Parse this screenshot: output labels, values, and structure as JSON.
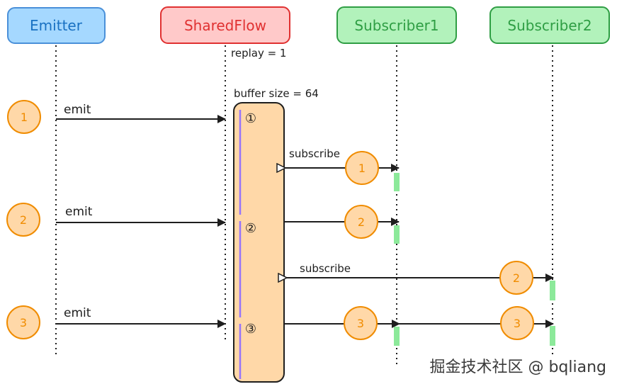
{
  "participants": {
    "emitter": "Emitter",
    "shared_flow": "SharedFlow",
    "subscriber1": "Subscriber1",
    "subscriber2": "Subscriber2"
  },
  "notes": {
    "replay": "replay = 1",
    "buffer": "buffer size = 64"
  },
  "messages": {
    "emit_1": "emit",
    "emit_2": "emit",
    "emit_3": "emit",
    "subscribe_1": "subscribe",
    "subscribe_2": "subscribe"
  },
  "emitter_values": [
    "1",
    "2",
    "3"
  ],
  "buffer_items": [
    "①",
    "②",
    "③"
  ],
  "subscriber1_values": [
    "1",
    "2",
    "3"
  ],
  "subscriber2_values": [
    "2",
    "3"
  ],
  "watermark": "掘金技术社区 @ bqliang",
  "colors": {
    "emitter_fill": "#a5d8ff",
    "emitter_stroke": "#4a90d9",
    "emitter_text": "#1971c2",
    "shared_fill": "#ffc9c9",
    "shared_stroke": "#e03131",
    "shared_text": "#e03131",
    "subscriber_fill": "#b2f2bb",
    "subscriber_stroke": "#2f9e44",
    "subscriber_text": "#2f9e44",
    "value_fill": "#ffd8a8",
    "value_stroke": "#f08c00",
    "value_text": "#f08c00",
    "buffer_fill": "#ffd8a8",
    "buffer_stroke": "#1e1e1e",
    "activation": "#8ce99a"
  }
}
